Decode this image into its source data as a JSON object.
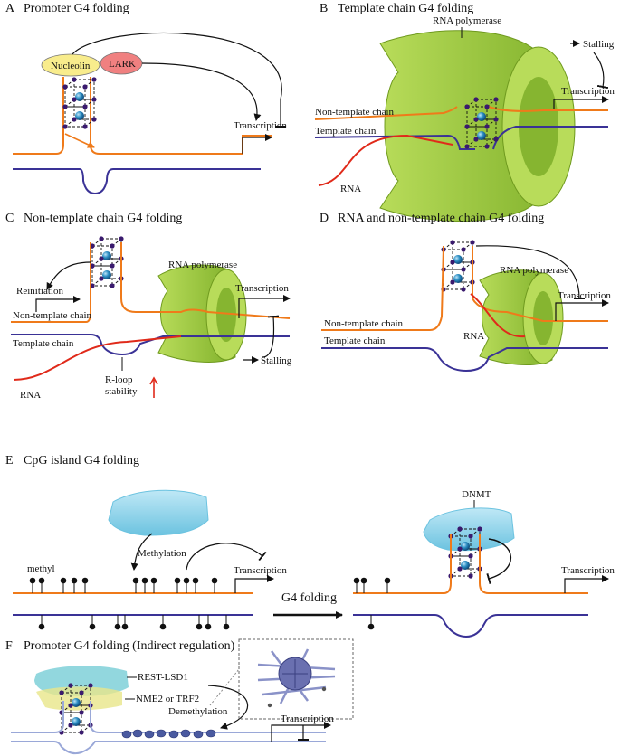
{
  "colors": {
    "non_template": "#ef7a1a",
    "template": "#3a3296",
    "rna": "#e02a1a",
    "polymerase": "#9acd32",
    "polymerase_dark": "#6f9a1e",
    "nucleolin": "#f8ec8c",
    "lark": "#f08080",
    "dnmt": "#8fd4ea",
    "g4_node": "#3a1a6e",
    "g4_ion": "#2d8fc4",
    "regulation_arrow": "#111111",
    "faded_strand": "#9aa8d8"
  },
  "panels": {
    "A": {
      "letter": "A",
      "title": "Promoter G4 folding",
      "nucleolin": "Nucleolin",
      "lark": "LARK",
      "transcription": "Transcription"
    },
    "B": {
      "letter": "B",
      "title": "Template chain G4 folding",
      "polymerase": "RNA polymerase",
      "stalling": "Stalling",
      "transcription": "Transcription",
      "non_template": "Non-template chain",
      "template": "Template chain",
      "rna": "RNA"
    },
    "C": {
      "letter": "C",
      "title": "Non-template chain G4 folding",
      "reinitiation": "Reinitiation",
      "polymerase": "RNA polymerase",
      "transcription": "Transcription",
      "non_template": "Non-template chain",
      "template": "Template chain",
      "stalling": "Stalling",
      "rna": "RNA",
      "rloop_line1": "R-loop",
      "rloop_line2": "stability"
    },
    "D": {
      "letter": "D",
      "title": "RNA and non-template chain G4 folding",
      "polymerase": "RNA polymerase",
      "transcription": "Transcription",
      "non_template": "Non-template chain",
      "template": "Template chain",
      "rna": "RNA"
    },
    "E": {
      "letter": "E",
      "title": "CpG island G4 folding",
      "methyl": "methyl",
      "methylation": "Methylation",
      "transcription_left": "Transcription",
      "g4_folding": "G4 folding",
      "dnmt": "DNMT",
      "transcription_right": "Transcription"
    },
    "F": {
      "letter": "F",
      "title": "Promoter G4 folding (Indirect regulation)",
      "rest_lsd1": "REST-LSD1",
      "nme2_trf2": "NME2 or TRF2",
      "demethylation": "Demethylation",
      "transcription": "Transcription"
    }
  }
}
